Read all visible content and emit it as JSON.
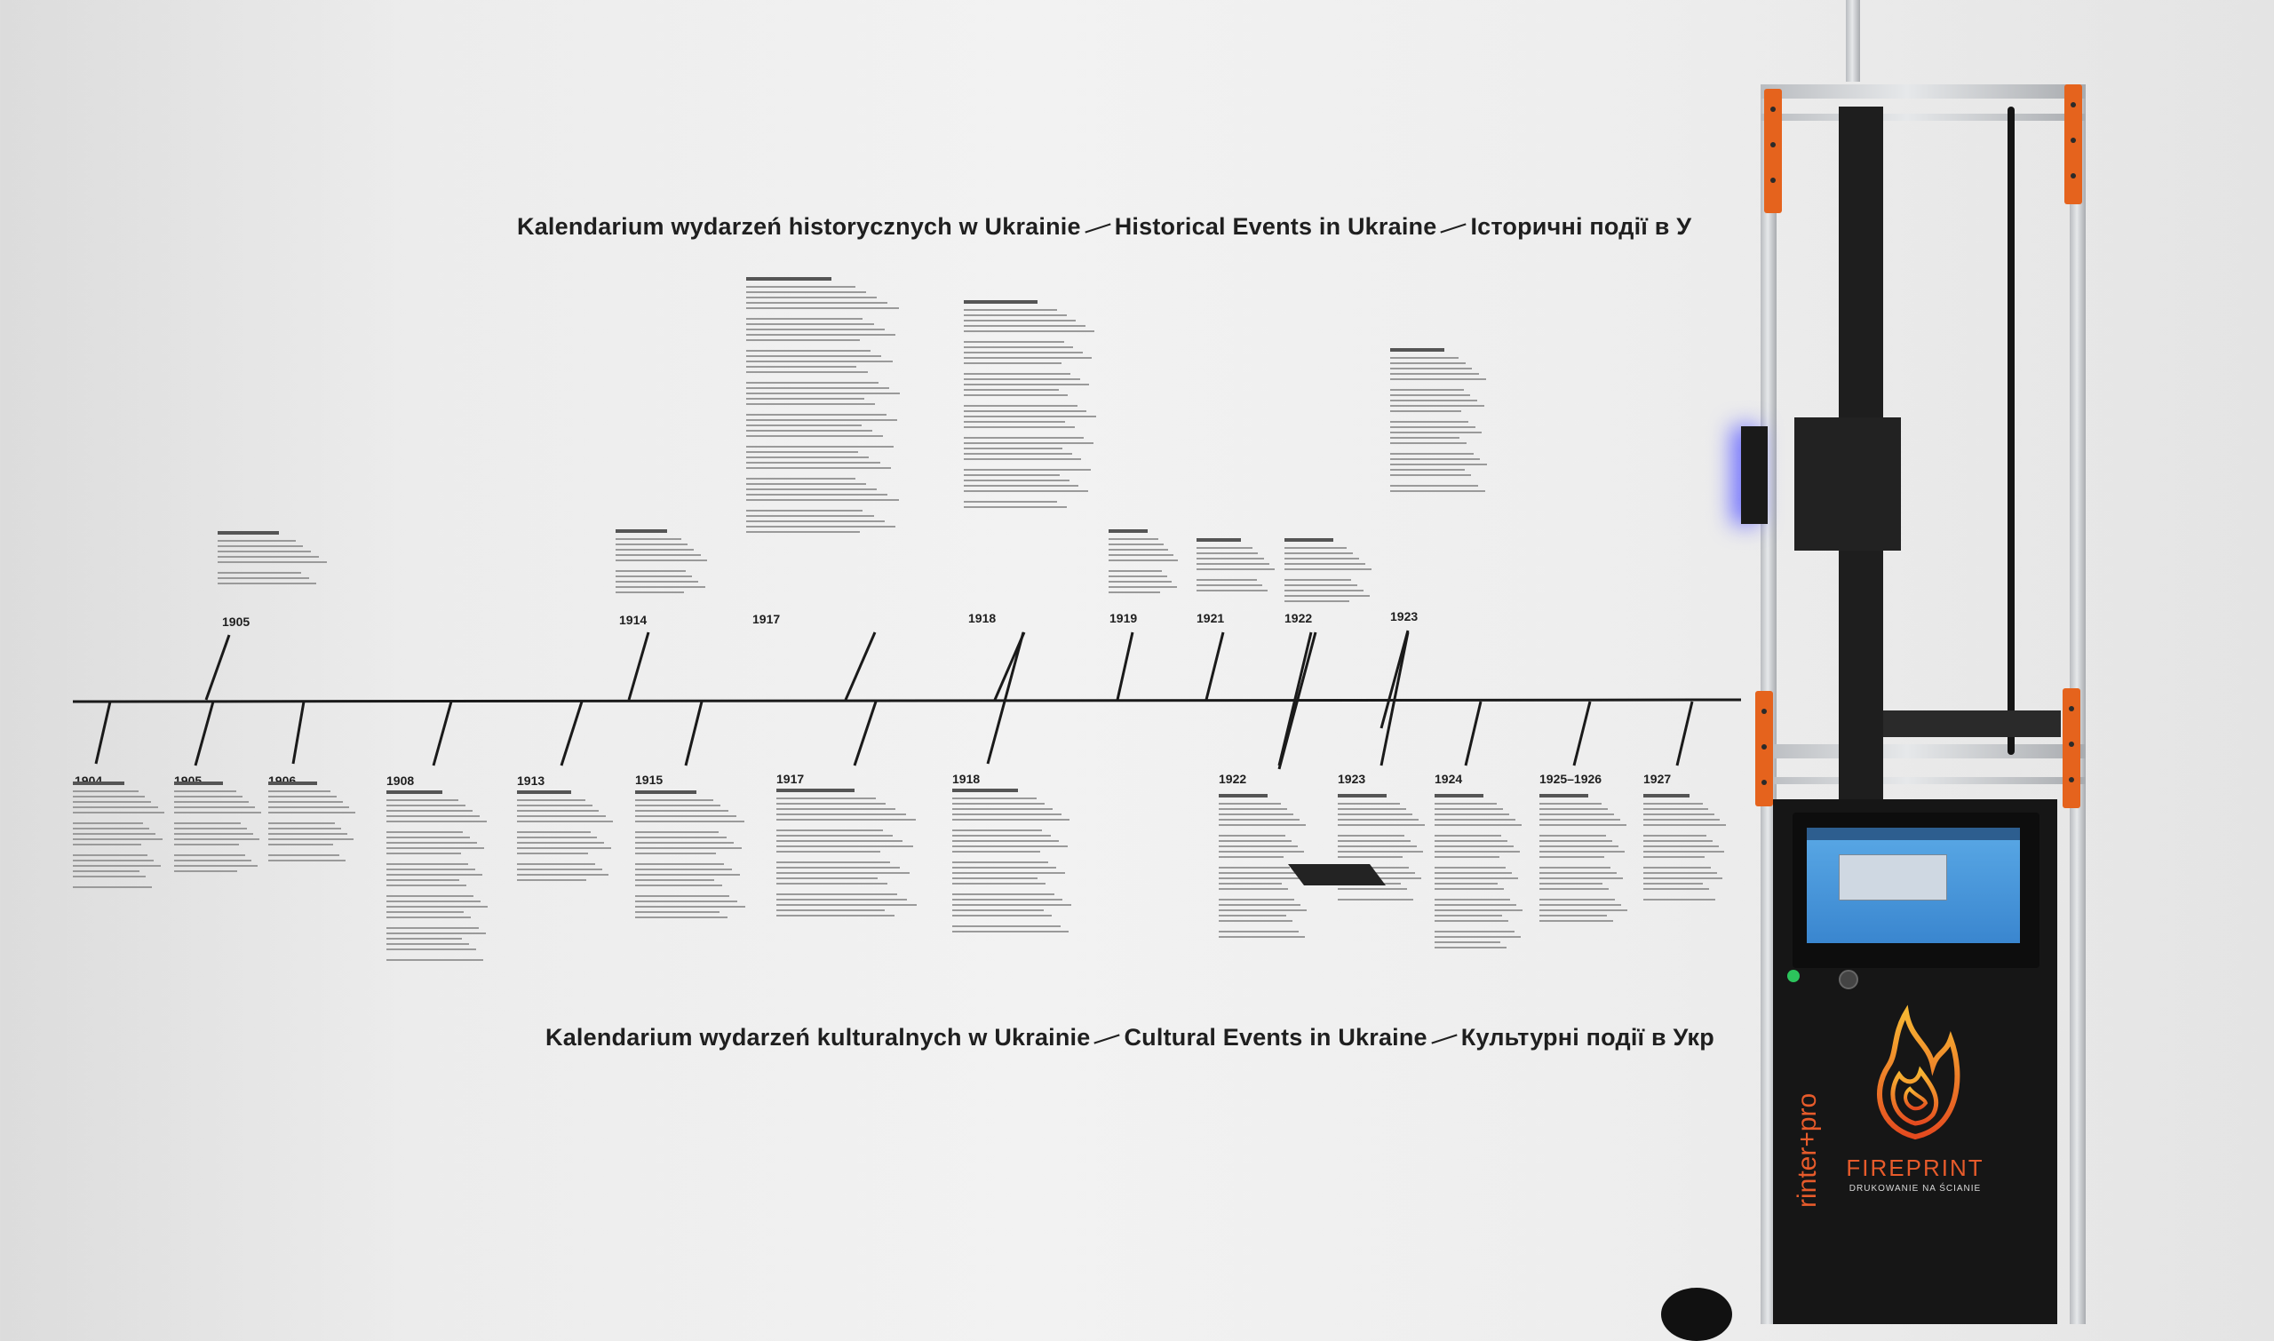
{
  "headings": {
    "historical": {
      "pl": "Kalendarium wydarzeń historycznych w Ukrainie",
      "en": "Historical Events in Ukraine",
      "ua": "Історичні події в У"
    },
    "cultural": {
      "pl": "Kalendarium wydarzeń kulturalnych w Ukrainie",
      "en": "Cultural Events in Ukraine",
      "ua": "Культурні події в Укр"
    }
  },
  "timeline": {
    "upper_years": [
      "1905",
      "1914",
      "1917",
      "1918",
      "1919",
      "1921",
      "1922",
      "1923"
    ],
    "lower_years": [
      "1904",
      "1905",
      "1906",
      "1908",
      "1913",
      "1915",
      "1917",
      "1918",
      "1922",
      "1923",
      "1924",
      "1925–1926",
      "1927"
    ]
  },
  "printer": {
    "brand": "FIREPRINT",
    "tagline": "DRUKOWANIE NA ŚCIANIE",
    "model": "rinter+pro",
    "colors": {
      "accent": "#e5631d",
      "cabinet": "#161616",
      "frame": "#c8cbce",
      "screen": "#4a97db"
    }
  }
}
